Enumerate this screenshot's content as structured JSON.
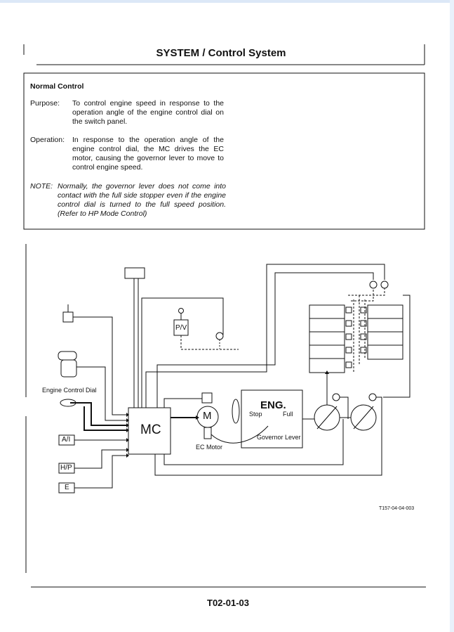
{
  "header": {
    "title": "SYSTEM / Control System"
  },
  "section": {
    "heading": "Normal Control",
    "purpose_label": "Purpose:",
    "purpose_text": "To control engine speed in response to the operation angle of the engine control dial on the switch panel.",
    "operation_label": "Operation:",
    "operation_text": "In response to the operation angle of the engine control dial, the MC drives the EC motor, causing the governor lever to move to control engine speed.",
    "note_label": "NOTE:",
    "note_text": "Normally, the governor lever does not come into contact with the full side stopper even if the engine control dial is turned to the full speed position. (Refer to HP Mode Control)"
  },
  "diagram": {
    "mc_label": "MC",
    "motor_label": "M",
    "ec_motor_label": "EC Motor",
    "eng_label": "ENG.",
    "stop_label": "Stop",
    "full_label": "Full",
    "governor_label": "Governor Lever",
    "engine_dial_label": "Engine Control Dial",
    "pv_label": "P/V",
    "switches": [
      "A/I",
      "H/P",
      "E"
    ],
    "ref_code": "T157-04-04-003"
  },
  "footer": {
    "page_number": "T02-01-03"
  }
}
